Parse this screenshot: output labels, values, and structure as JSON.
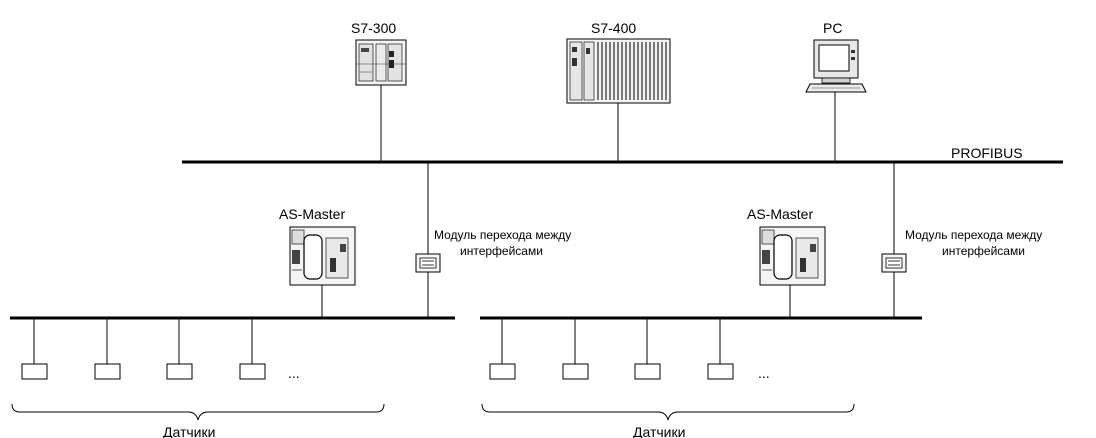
{
  "devices": {
    "s7_300": "S7-300",
    "s7_400": "S7-400",
    "pc": "PC"
  },
  "buses": {
    "profibus": "PROFIBUS"
  },
  "segments": [
    {
      "master_label": "AS-Master",
      "gateway_label_line1": "Модуль перехода между",
      "gateway_label_line2": "интерфейсами",
      "ellipsis": "...",
      "sensors_label": "Датчики"
    },
    {
      "master_label": "AS-Master",
      "gateway_label_line1": "Модуль перехода между",
      "gateway_label_line2": "интерфейсами",
      "ellipsis": "...",
      "sensors_label": "Датчики"
    }
  ]
}
